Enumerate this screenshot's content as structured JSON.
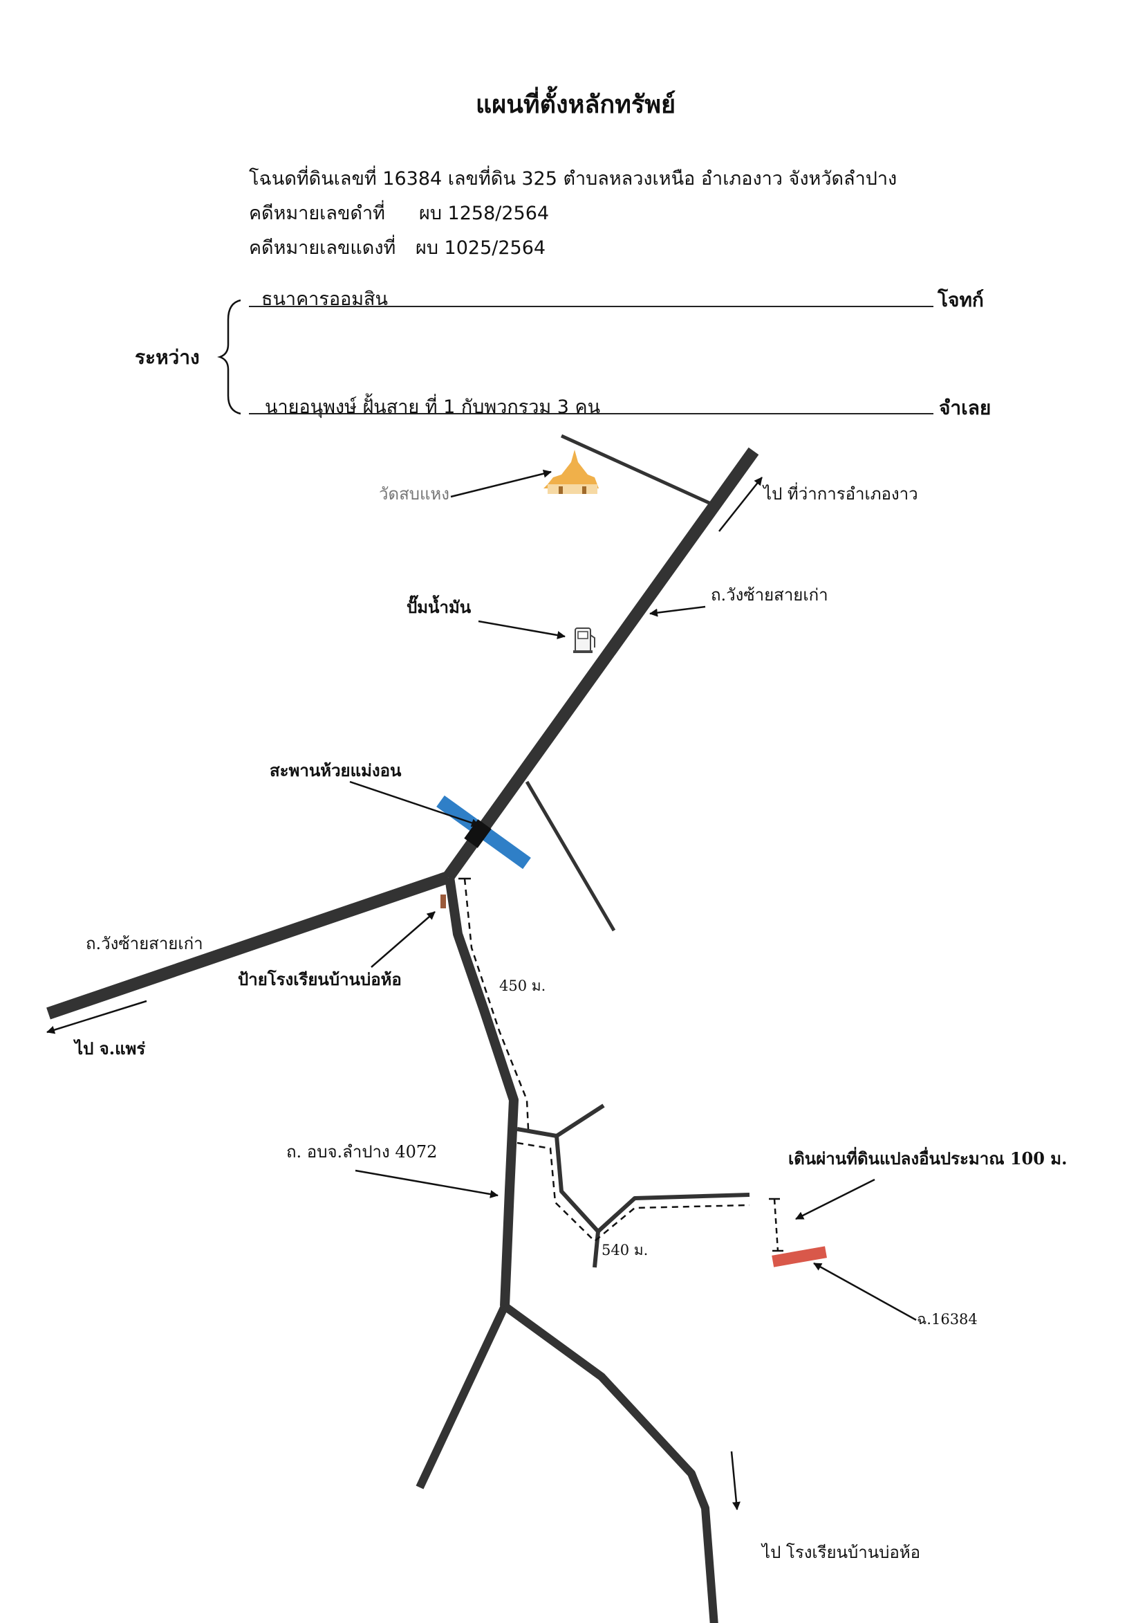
{
  "header": {
    "title": "แผนที่ตั้งหลักทรัพย์",
    "deed_line": "โฉนดที่ดินเลขที่ 16384 เลขที่ดิน 325 ตำบลหลวงเหนือ อำเภองาว จังหวัดลำปาง",
    "black_case_label": "คดีหมายเลขดำที่",
    "black_case_no": "ผบ 1258/2564",
    "red_case_label": "คดีหมายเลขแดงที่",
    "red_case_no": "ผบ 1025/2564"
  },
  "parties": {
    "between_label": "ระหว่าง",
    "plaintiff": "ธนาคารออมสิน",
    "plaintiff_role": "โจทก์",
    "defendant": "นายอนุพงษ์ ฝั้นสาย ที่ 1 กับพวกรวม 3 คน",
    "defendant_role": "จำเลย"
  },
  "map": {
    "labels": {
      "temple": "วัดสบแหง",
      "to_district_office": "ไป ที่ว่าการอำเภองาว",
      "gas_station": "ปั๊มน้ำมัน",
      "road_wang_chai_upper": "ถ.วังซ้ายสายเก่า",
      "bridge": "สะพานห้วยแม่งอน",
      "road_wang_chai_left": "ถ.วังซ้ายสายเก่า",
      "school_sign": "ป้ายโรงเรียนบ้านบ่อห้อ",
      "distance_450": "450 ม.",
      "to_phrae": "ไป จ.แพร่",
      "road_4072": "ถ. อบจ.ลำปาง 4072",
      "walk_note": "เดินผ่านที่ดินแปลงอื่นประมาณ 100 ม.",
      "distance_540": "540 ม.",
      "deed_plot": "ฉ.16384",
      "to_school": "ไป โรงเรียนบ้านบ่อห้อ"
    },
    "colors": {
      "road": "#333333",
      "bridge": "#2f7fc7",
      "plot": "#d9584a",
      "temple": "#f0b04a"
    },
    "icons": [
      "temple-icon",
      "gas-pump-icon",
      "school-sign-icon"
    ]
  }
}
